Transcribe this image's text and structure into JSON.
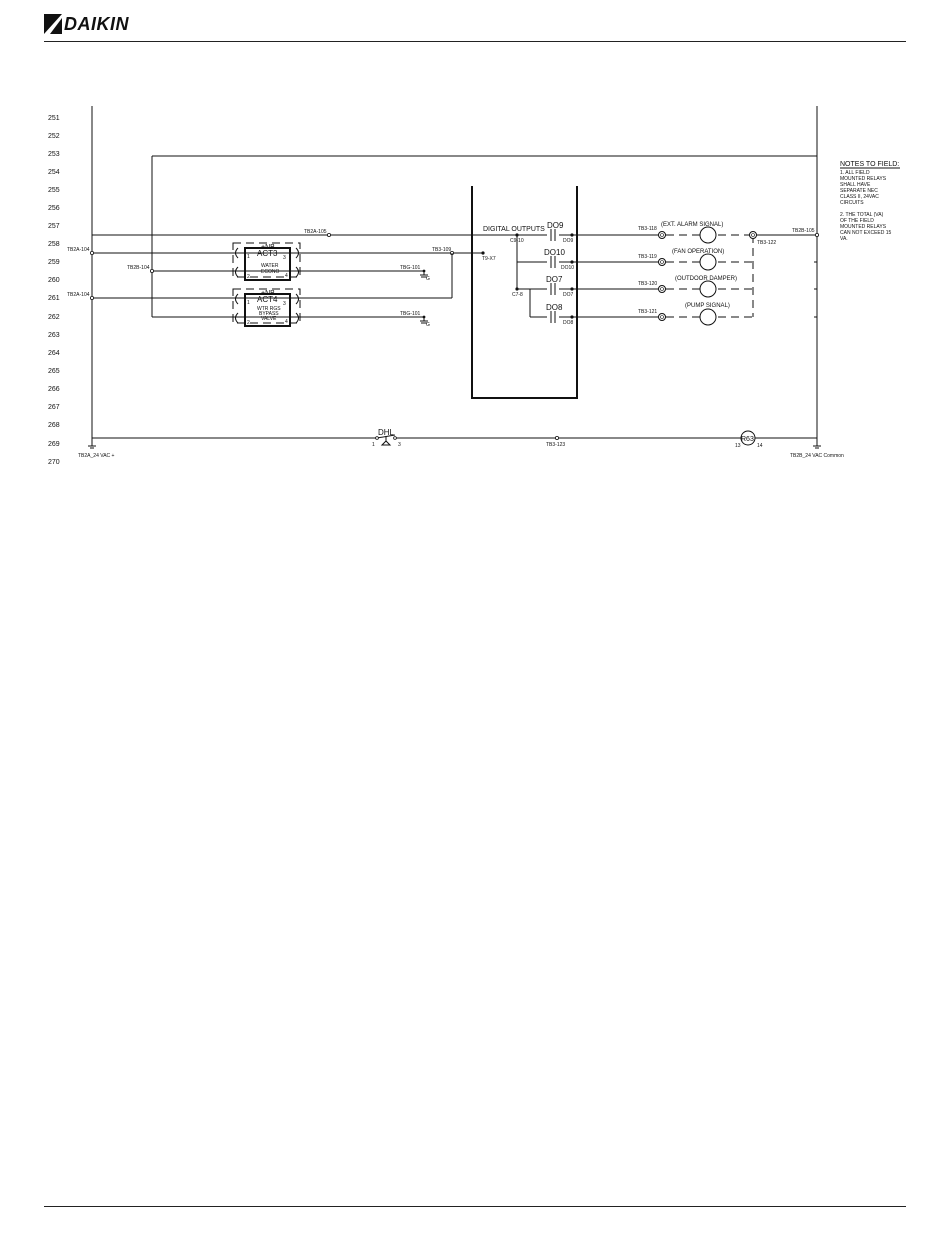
{
  "header": {
    "brand": "DAIKIN"
  },
  "diagram": {
    "line_numbers": [
      "251",
      "252",
      "253",
      "254",
      "255",
      "256",
      "257",
      "258",
      "259",
      "260",
      "261",
      "262",
      "263",
      "264",
      "265",
      "266",
      "267",
      "268",
      "269",
      "270"
    ],
    "terminals": {
      "tb2a_104_top": "TB2A-104",
      "tb2b_104": "TB2B-104",
      "tb2a_104_bottom": "TB2A-104",
      "tb2a_105": "TB2A-105",
      "tb3_109": "TB3-109",
      "t9_x7": "T9-X7",
      "tbg_101_top": "TBG-101",
      "tbg_101_bottom": "TBG-101",
      "c9_10": "C9-10",
      "c7_8": "C7-8",
      "tb3_118": "TB3-118",
      "tb3_119": "TB3-119",
      "tb3_120": "TB3-120",
      "tb3_121": "TB3-121",
      "tb3_122": "TB3-122",
      "tb2b_105": "TB2B-105",
      "tb3_123": "TB3-123",
      "tb2a_24vac": "TB2A_24 VAC +",
      "tb2b_24vac": "TB2B_24 VAC Common"
    },
    "actuators": {
      "act3": {
        "tag": "ACT3",
        "nb": "+NB",
        "label_line1": "WATER",
        "label_line2": "ECONO",
        "pin1": "1",
        "pin2": "2",
        "pin3": "3",
        "pin4": "4"
      },
      "act4": {
        "tag": "ACT4",
        "nb": "+NB",
        "label_line1": "WTR RGS",
        "label_line2": "BYPASS",
        "label_line3": "VALVE",
        "pin1": "1",
        "pin2": "2",
        "pin3": "3",
        "pin4": "4"
      }
    },
    "controller": {
      "title": "DIGITAL OUTPUTS",
      "do9": "DO9",
      "do10": "DO10",
      "do7": "DO7",
      "do8": "DO8"
    },
    "loads": {
      "ext_alarm": "(EXT. ALARM SIGNAL)",
      "fan_op": "(FAN OPERATION)",
      "outdoor_damper": "(OUTDOOR DAMPER)",
      "pump": "(PUMP SIGNAL)"
    },
    "ground_symbol": "G",
    "dhl": {
      "tag": "DHL",
      "pin1": "1",
      "pin3": "3"
    },
    "r63": {
      "tag": "R63",
      "pin13": "13",
      "pin14": "14"
    },
    "notes": {
      "title": "NOTES TO FIELD:",
      "note1_lines": [
        "1. ALL FIELD",
        "MOUNTED RELAYS",
        "SHALL HAVE",
        "SEPARATE NEC",
        "CLASS II, 24VAC",
        "CIRCUITS"
      ],
      "note2_lines": [
        "2. THE TOTAL (VA)",
        "OF THE FIELD",
        "MOUNTED RELAYS",
        "CAN NOT EXCEED 15",
        "VA."
      ]
    }
  }
}
